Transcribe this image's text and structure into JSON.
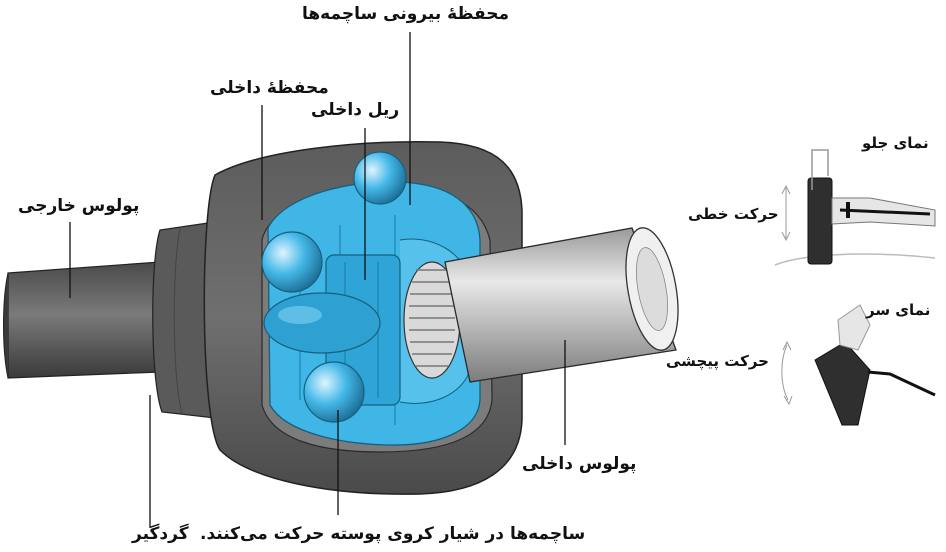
{
  "labels": {
    "outer_ball_cage": "محفظهٔ بیرونی ساچمه‌ها",
    "inner_housing": "محفظهٔ داخلی",
    "inner_race": "ریل داخلی",
    "outer_shaft": "پولوس خارجی",
    "inner_shaft": "پولوس داخلی",
    "balls_caption": "ساچمه‌ها در شیار کروی پوسته حرکت می‌کنند.",
    "dust_boot": "گردگیر",
    "front_view": "نمای جلو",
    "linear_motion": "حرکت خطی",
    "top_view": "نمای سر",
    "twist_motion": "حرکت پیچشی"
  },
  "colors": {
    "accent_blue": "#3fb6e6",
    "dark_metal": "#505050",
    "mid_metal": "#6e6e6e",
    "light_metal": "#cfcfcf"
  }
}
